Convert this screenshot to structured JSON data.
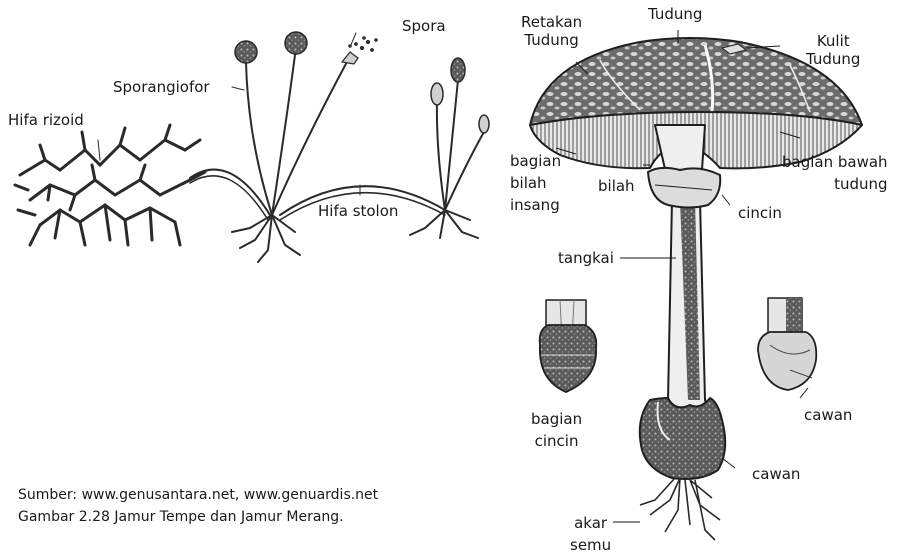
{
  "labels": {
    "hifa_rizoid": "Hifa rizoid",
    "sporangiofor": "Sporangiofor",
    "spora": "Spora",
    "hifa_stolon": "Hifa stolon",
    "retakan_tudung": "Retakan\nTudung",
    "tudung": "Tudung",
    "kulit_tudung": "Kulit\nTudung",
    "bagian_bilah_insang": "bagian\nbilah\ninsang",
    "bilah": "bilah",
    "bagian_bawah_tudung": "bagian bawah\ntudung",
    "cincin": "cincin",
    "tangkai": "tangkai",
    "bagian_cincin": "bagian\ncincin",
    "cawan_side": "cawan",
    "cawan_bottom": "cawan",
    "akar_semu": "akar\nsemu"
  },
  "caption": {
    "source": "Sumber: www.genusantara.net, www.genuardis.net",
    "title": "Gambar  2.28 Jamur Tempe dan Jamur Merang."
  }
}
